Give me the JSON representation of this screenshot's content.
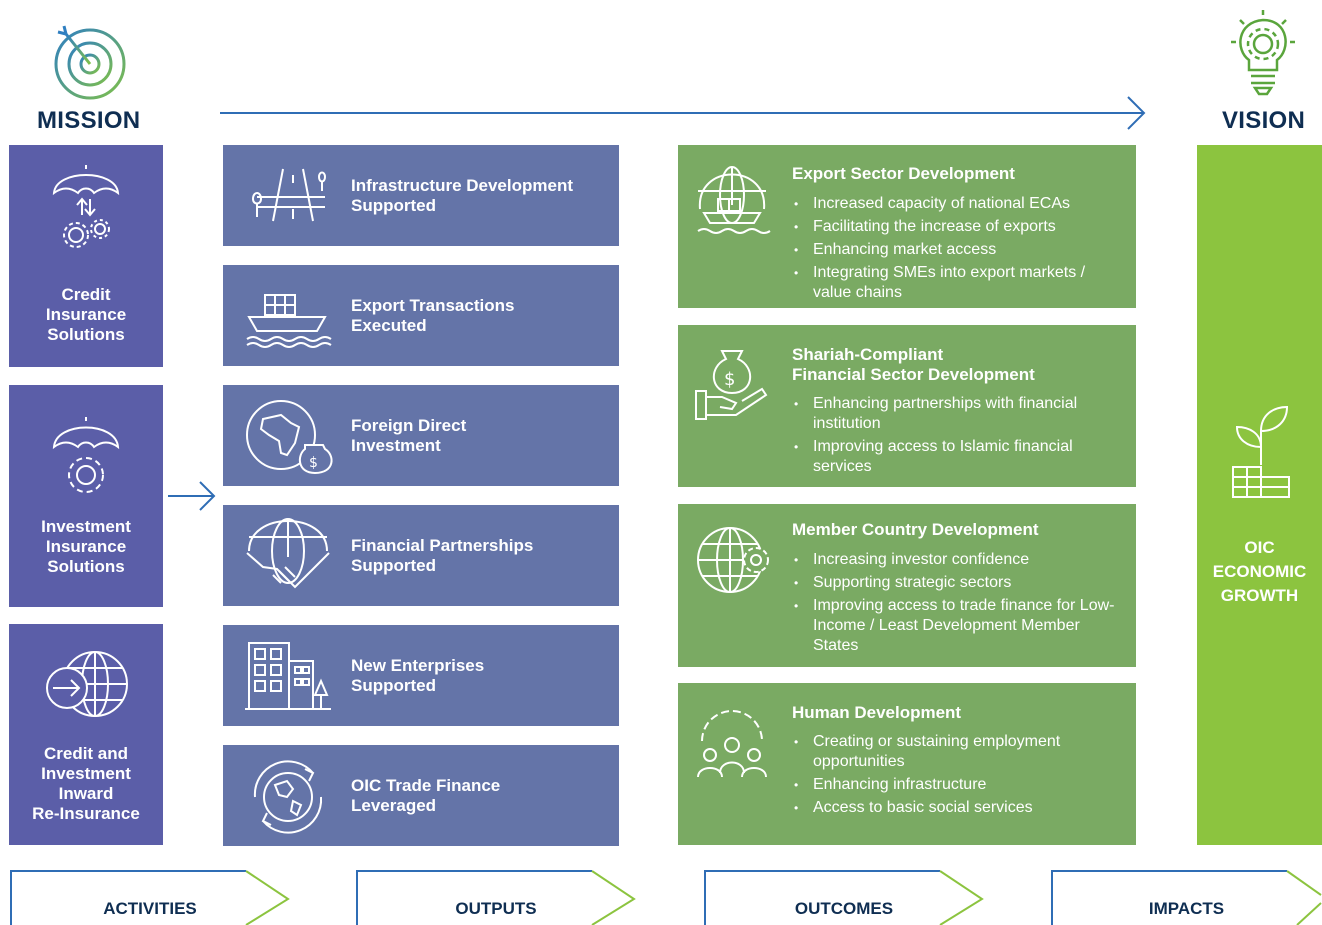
{
  "mission": {
    "label": "MISSION"
  },
  "vision": {
    "label": "VISION",
    "box_label": "OIC\nECONOMIC\nGROWTH"
  },
  "activities": [
    {
      "label": "Credit\nInsurance\nSolutions",
      "icon": "umbrella-gears-icon"
    },
    {
      "label": "Investment\nInsurance\nSolutions",
      "icon": "umbrella-gear-icon"
    },
    {
      "label": "Credit and\nInvestment\nInward\nRe-Insurance",
      "icon": "globe-arrow-icon"
    }
  ],
  "outputs": [
    {
      "label": "Infrastructure Development\nSupported",
      "icon": "road-plants-icon"
    },
    {
      "label": "Export Transactions\nExecuted",
      "icon": "cargo-ship-icon"
    },
    {
      "label": "Foreign Direct\nInvestment",
      "icon": "africa-globe-money-icon"
    },
    {
      "label": "Financial Partnerships\nSupported",
      "icon": "handshake-globe-icon"
    },
    {
      "label": "New Enterprises\nSupported",
      "icon": "buildings-icon"
    },
    {
      "label": "OIC Trade Finance\nLeveraged",
      "icon": "globe-cycle-icon"
    }
  ],
  "outcomes": [
    {
      "title": "Export Sector Development",
      "icon": "globe-ship-icon",
      "bullets": [
        "Increased capacity of national ECAs",
        "Facilitating the increase of exports",
        "Enhancing market access",
        "Integrating SMEs into export markets / value chains"
      ]
    },
    {
      "title": "Shariah-Compliant\nFinancial Sector Development",
      "icon": "hand-money-bag-icon",
      "bullets": [
        "Enhancing partnerships with financial institution",
        "Improving access to Islamic financial services"
      ]
    },
    {
      "title": "Member Country Development",
      "icon": "globe-gear-icon",
      "bullets": [
        "Increasing investor confidence",
        "Supporting strategic sectors",
        "Improving access to trade finance for Low-Income / Least Development Member States"
      ]
    },
    {
      "title": "Human Development",
      "icon": "people-gear-icon",
      "bullets": [
        "Creating or sustaining employment opportunities",
        "Enhancing infrastructure",
        "Access to basic social services"
      ]
    }
  ],
  "stages": [
    "ACTIVITIES",
    "OUTPUTS",
    "OUTCOMES",
    "IMPACTS"
  ],
  "colors": {
    "activity": "#5b5ea8",
    "output": "#6474a8",
    "outcome": "#7aaa63",
    "vision": "#8cc43f",
    "heading": "#0f2e52",
    "arrow": "#2f6db5"
  }
}
